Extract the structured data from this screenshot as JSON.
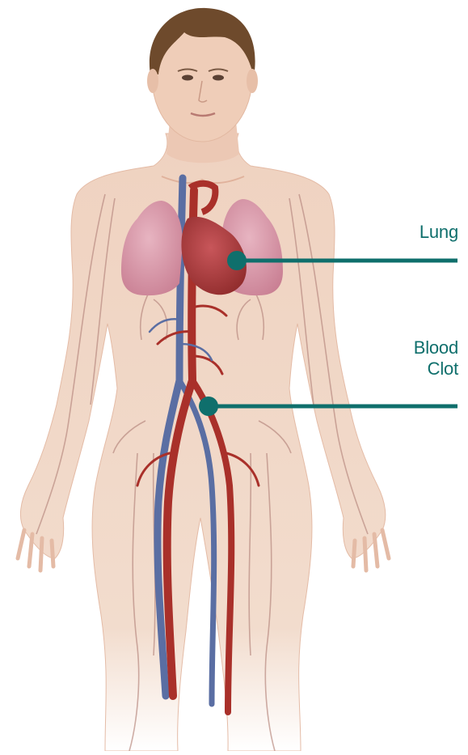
{
  "callouts": {
    "lung": {
      "label": "Lung"
    },
    "blood_clot": {
      "line1": "Blood",
      "line2": "Clot"
    }
  },
  "colors": {
    "callout": "#0f6f6c",
    "skin": "#efd2c0",
    "lung": "#d99aab",
    "artery": "#a9302a",
    "vein": "#5a6ea3",
    "hair": "#6e4a2c"
  }
}
